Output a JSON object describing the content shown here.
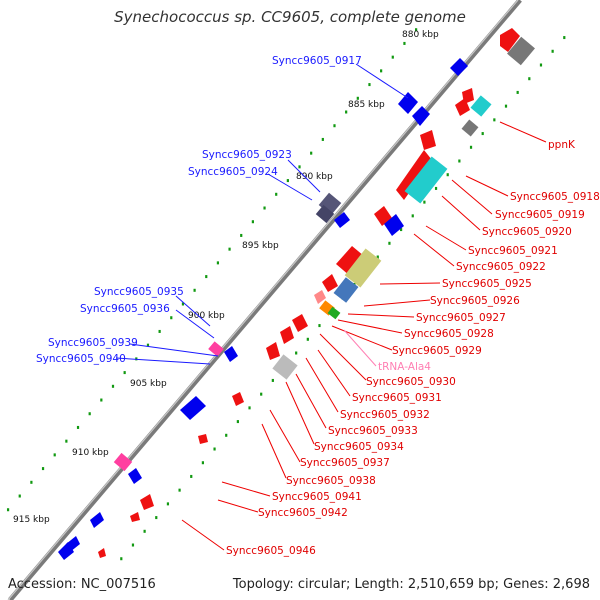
{
  "title": "Synechococcus sp. CC9605, complete genome",
  "footer": {
    "accession": "Accession: NC_007516",
    "summary": "Topology: circular; Length: 2,510,659 bp; Genes: 2,698"
  },
  "colors": {
    "cds_forward": "#0000ee",
    "cds_reverse": "#ee0000",
    "trna": "#ff3fa0",
    "axis": "#888888",
    "tick": "#119911"
  },
  "kbp_ticks": [
    "880 kbp",
    "885 kbp",
    "890 kbp",
    "895 kbp",
    "900 kbp",
    "905 kbp",
    "910 kbp",
    "915 kbp"
  ],
  "gene_labels_left": [
    "Syncc9605_0917",
    "Syncc9605_0923",
    "Syncc9605_0924",
    "Syncc9605_0935",
    "Syncc9605_0936",
    "Syncc9605_0939",
    "Syncc9605_0940"
  ],
  "gene_labels_right": [
    "ppnK",
    "Syncc9605_0918",
    "Syncc9605_0919",
    "Syncc9605_0920",
    "Syncc9605_0921",
    "Syncc9605_0922",
    "Syncc9605_0925",
    "Syncc9605_0926",
    "Syncc9605_0927",
    "Syncc9605_0928",
    "Syncc9605_0929",
    "tRNA-Ala4",
    "Syncc9605_0930",
    "Syncc9605_0931",
    "Syncc9605_0932",
    "Syncc9605_0933",
    "Syncc9605_0934",
    "Syncc9605_0937",
    "Syncc9605_0938",
    "Syncc9605_0941",
    "Syncc9605_0942",
    "Syncc9605_0946"
  ]
}
